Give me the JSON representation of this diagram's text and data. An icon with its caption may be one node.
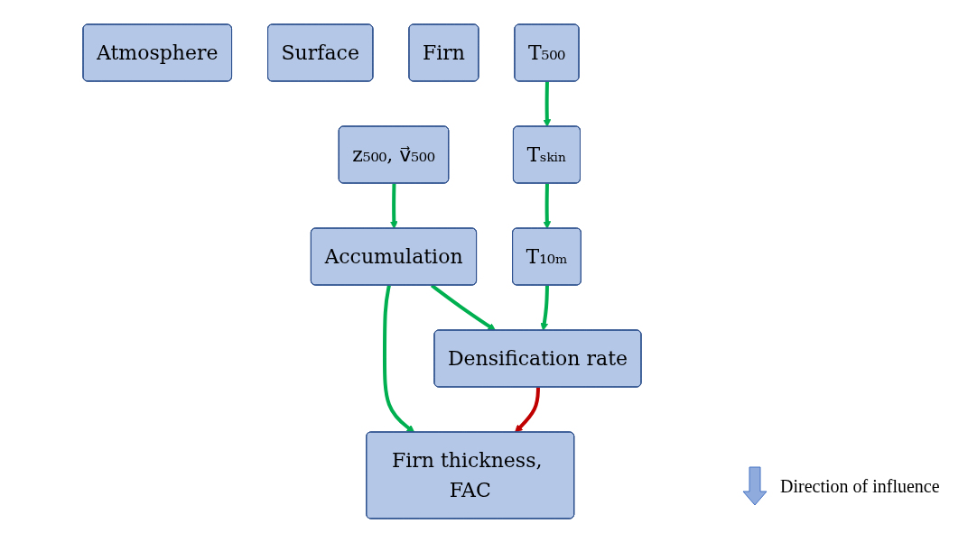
{
  "diagram": {
    "nodes": [
      {
        "text": [
          "Atmosphere"
        ]
      },
      {
        "text": [
          "Surface"
        ]
      },
      {
        "text": [
          "Firn"
        ]
      },
      {
        "text": [
          "T₅₀₀"
        ]
      },
      {
        "text": [
          "z₅₀₀, v⃗₅₀₀"
        ]
      },
      {
        "text": [
          "Tₛₖᵢₙ"
        ]
      },
      {
        "text": [
          "Accumulation"
        ]
      },
      {
        "text": [
          "T₁₀ₘ"
        ]
      },
      {
        "text": [
          "Densification rate"
        ]
      },
      {
        "text": [
          "Firn thickness, FAC"
        ]
      }
    ],
    "edges": [
      {
        "from": 3,
        "to": 5,
        "arrow": "to"
      },
      {
        "from": 4,
        "to": 6,
        "arrow": "to"
      },
      {
        "from": 5,
        "to": 7,
        "arrow": "to"
      },
      {
        "from": 6,
        "to": 8,
        "arrow": "to"
      },
      {
        "from": 7,
        "to": 8,
        "arrow": "to"
      },
      {
        "from": 6,
        "to": 9,
        "arrow": "to"
      },
      {
        "from": 8,
        "to": 9,
        "arrow": "to",
        "color": "#c00000"
      }
    ],
    "legend": [
      {
        "text": "Direction of influence"
      }
    ]
  }
}
